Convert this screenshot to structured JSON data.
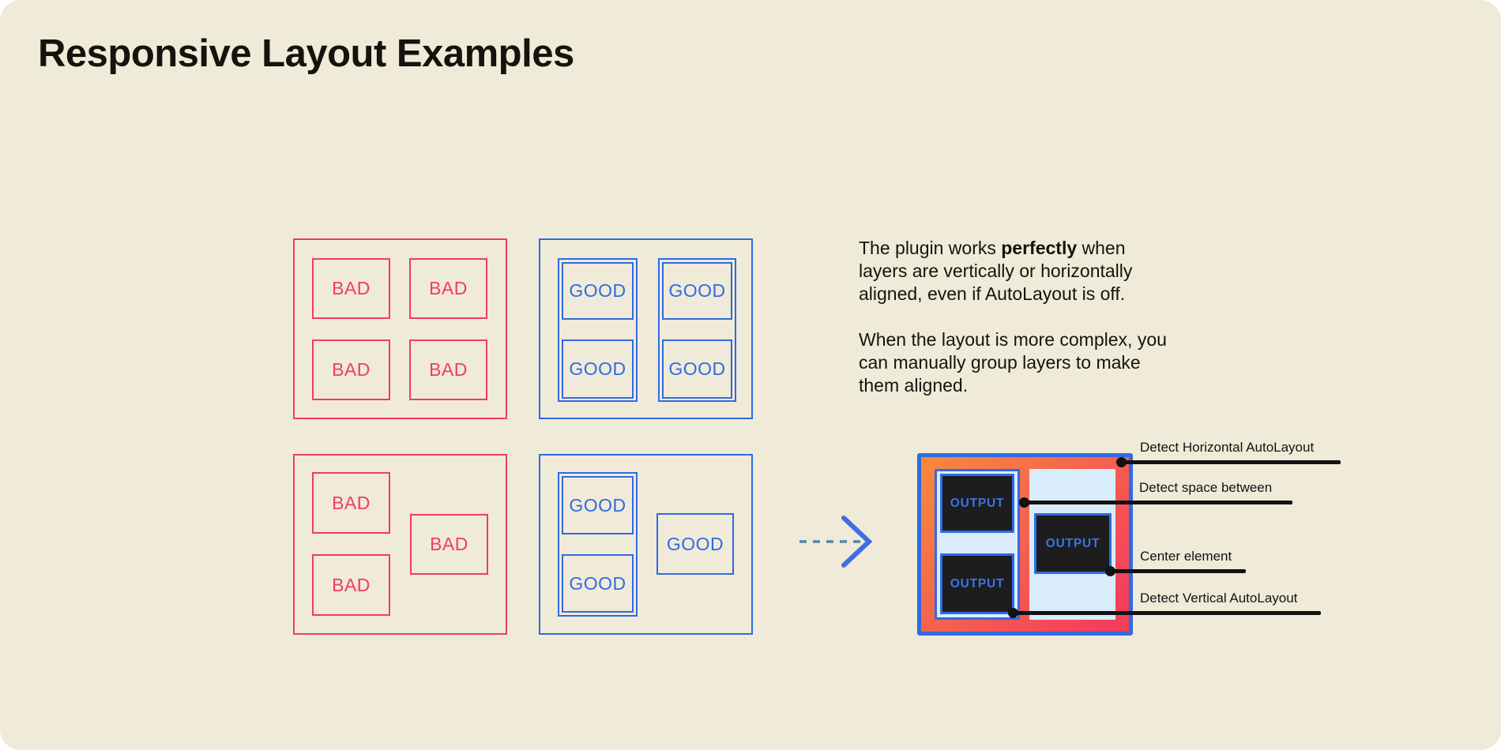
{
  "title": "Responsive Layout Examples",
  "labels": {
    "bad": "BAD",
    "good": "GOOD",
    "output": "OUTPUT"
  },
  "description": {
    "p1_before": "The plugin works ",
    "p1_bold": "perfectly",
    "p1_after": " when layers are vertically or horizontally aligned, even if AutoLayout is off.",
    "p2": "When the layout is more complex, you can manually group layers to make them aligned."
  },
  "annotations": [
    "Detect Horizontal AutoLayout",
    "Detect space between",
    "Center element",
    "Detect Vertical AutoLayout"
  ],
  "colors": {
    "background": "#f0ead9",
    "text_dark": "#16130e",
    "bad_red": "#ef3d5e",
    "good_blue": "#2f6be2",
    "output_text": "#3d72e8",
    "dark_box": "#1d1d1e",
    "wrapper_fill": "#dcebfb",
    "panel_fill": "#d9ecfa",
    "gradient_start": "#f68a3e",
    "gradient_end": "#f43f5c",
    "callout": "#121212",
    "arrow_dash": "#5a82ab",
    "arrow_head": "#3f6de2"
  }
}
